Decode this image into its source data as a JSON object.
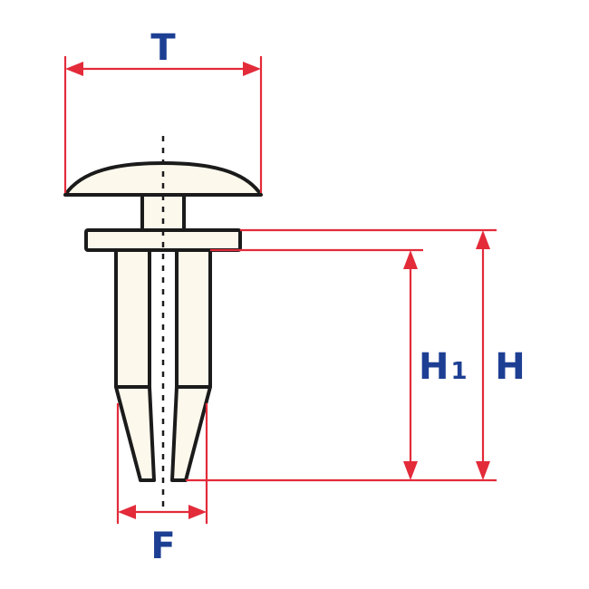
{
  "labels": {
    "top_width": "T",
    "shank_height": "H",
    "leg_height": "H",
    "leg_height_sub": "1",
    "foot_width": "F"
  },
  "colors": {
    "dimension_lines": "#e32b3a",
    "labels": "#1d3f93",
    "outline": "#1b1b1b",
    "part_fill": "#fdf8ec"
  }
}
